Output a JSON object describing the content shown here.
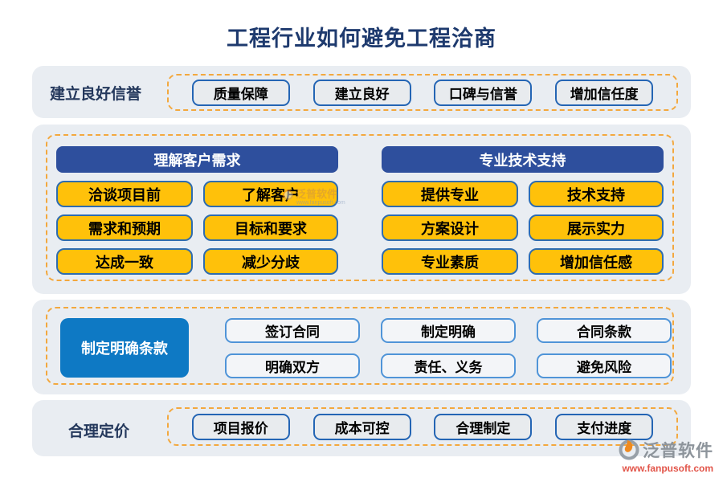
{
  "title": "工程行业如何避免工程洽商",
  "sections": {
    "reputation": {
      "label": "建立良好信誉",
      "items": [
        "质量保障",
        "建立良好",
        "口碑与信誉",
        "增加信任度"
      ]
    },
    "understand": {
      "header": "理解客户需求",
      "items": [
        "洽谈项目前",
        "了解客户",
        "需求和预期",
        "目标和要求",
        "达成一致",
        "减少分歧"
      ]
    },
    "technical": {
      "header": "专业技术支持",
      "items": [
        "提供专业",
        "技术支持",
        "方案设计",
        "展示实力",
        "专业素质",
        "增加信任感"
      ]
    },
    "terms": {
      "label": "制定明确条款",
      "items": [
        "签订合同",
        "制定明确",
        "合同条款",
        "明确双方",
        "责任、义务",
        "避免风险"
      ]
    },
    "pricing": {
      "label": "合理定价",
      "items": [
        "项目报价",
        "成本可控",
        "合理制定",
        "支付进度"
      ]
    }
  },
  "brand": {
    "name": "泛普软件",
    "website": "www.fanpusoft.com"
  },
  "colors": {
    "title_text": "#1e3a6e",
    "band_background": "#e9edf2",
    "dashed_border": "#f3a83e",
    "gray_chip_background": "#e8ebee",
    "chip_border_blue": "#2465b4",
    "header_blue": "#2e4f9d",
    "yellow_chip": "#ffc10a",
    "terms_box_blue": "#0e79c4",
    "white_chip_background": "#f3f5f8",
    "brand_gray": "#8d949b",
    "brand_red": "#e2554a"
  }
}
